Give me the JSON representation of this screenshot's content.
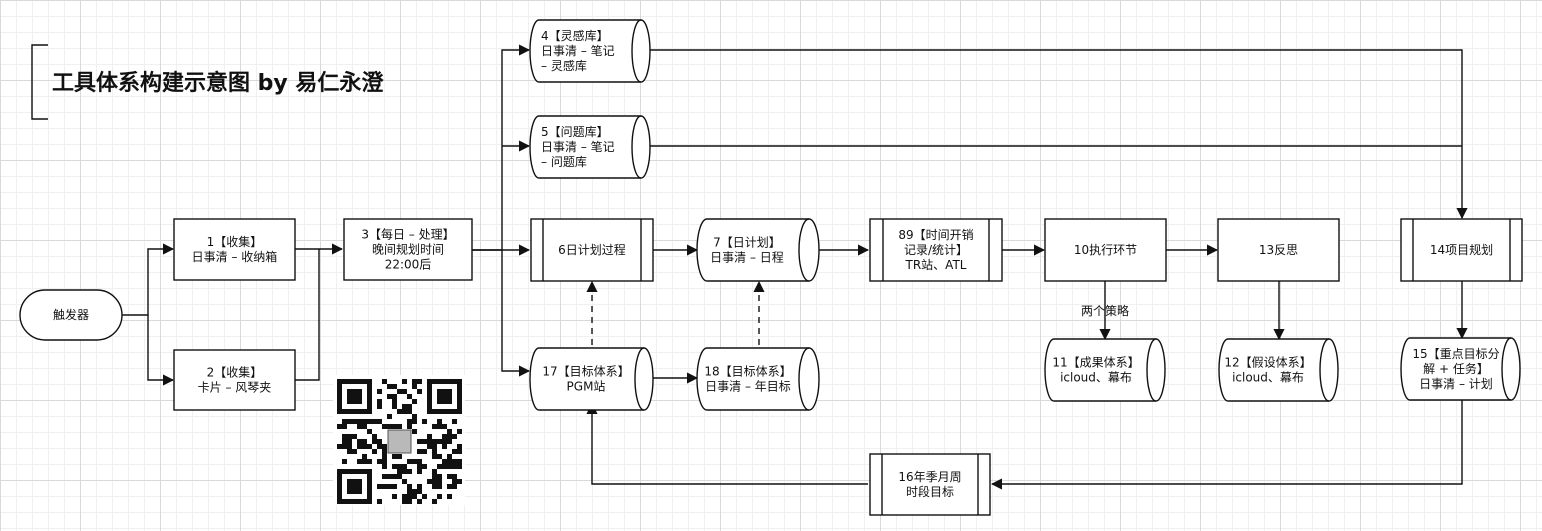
{
  "title": "工具体系构建示意图 by 易仁永澄",
  "nodes": {
    "trigger": [
      "触发器"
    ],
    "n1": [
      "1【收集】",
      "日事清 – 收纳箱"
    ],
    "n2": [
      "2【收集】",
      "卡片 – 风琴夹"
    ],
    "n3": [
      "3【每日 – 处理】",
      "晚间规划时间",
      "22:00后"
    ],
    "n4": [
      "4【灵感库】",
      "日事清 – 笔记",
      "– 灵感库"
    ],
    "n5": [
      "5【问题库】",
      "日事清 – 笔记",
      "– 问题库"
    ],
    "n6": [
      "6日计划过程"
    ],
    "n7": [
      "7【日计划】",
      "日事清 – 日程"
    ],
    "n89": [
      "89【时间开销",
      "记录/统计】",
      "TR站、ATL"
    ],
    "n10": [
      "10执行环节"
    ],
    "n13": [
      "13反思"
    ],
    "n14": [
      "14项目规划"
    ],
    "n11": [
      "11【成果体系】",
      "icloud、幕布"
    ],
    "n12": [
      "12【假设体系】",
      "icloud、幕布"
    ],
    "n15": [
      "15【重点目标分",
      "解 + 任务】",
      "日事清 – 计划"
    ],
    "n17": [
      "17【目标体系】",
      "PGM站"
    ],
    "n18": [
      "18【目标体系】",
      "日事清 – 年目标"
    ],
    "n16": [
      "16年季月周",
      "时段目标"
    ]
  },
  "edge_labels": {
    "strategies": "两个策略"
  }
}
